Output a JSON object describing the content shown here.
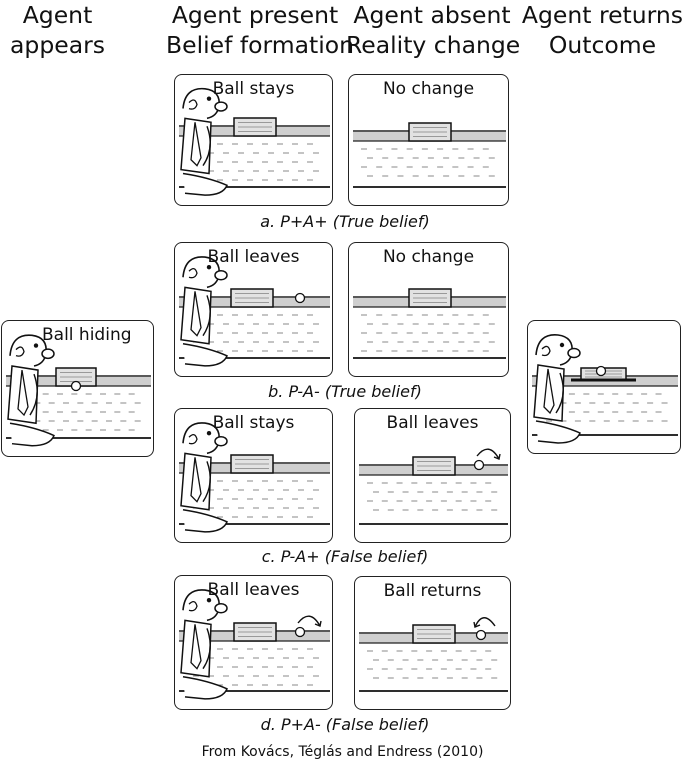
{
  "headers": [
    {
      "line1": "Agent",
      "line2": "appears"
    },
    {
      "line1": "Agent present",
      "line2": "Belief formation"
    },
    {
      "line1": "Agent absent",
      "line2": "Reality change"
    },
    {
      "line1": "Agent returns",
      "line2": "Outcome"
    }
  ],
  "rows": [
    {
      "belief": "Ball stays",
      "reality": "No change",
      "caption": "a. P+A+ (True belief)"
    },
    {
      "belief": "Ball leaves",
      "reality": "No change",
      "caption": "b. P-A- (True belief)"
    },
    {
      "belief": "Ball stays",
      "reality": "Ball leaves",
      "caption": "c. P-A+ (False belief)"
    },
    {
      "belief": "Ball leaves",
      "reality": "Ball returns",
      "caption": "d. P+A- (False  belief)"
    }
  ],
  "appears_panel": {
    "label": "Ball hiding"
  },
  "outcome_panel": {
    "label": ""
  },
  "footer": "From Kovács, Téglás and Endress  (2010)"
}
